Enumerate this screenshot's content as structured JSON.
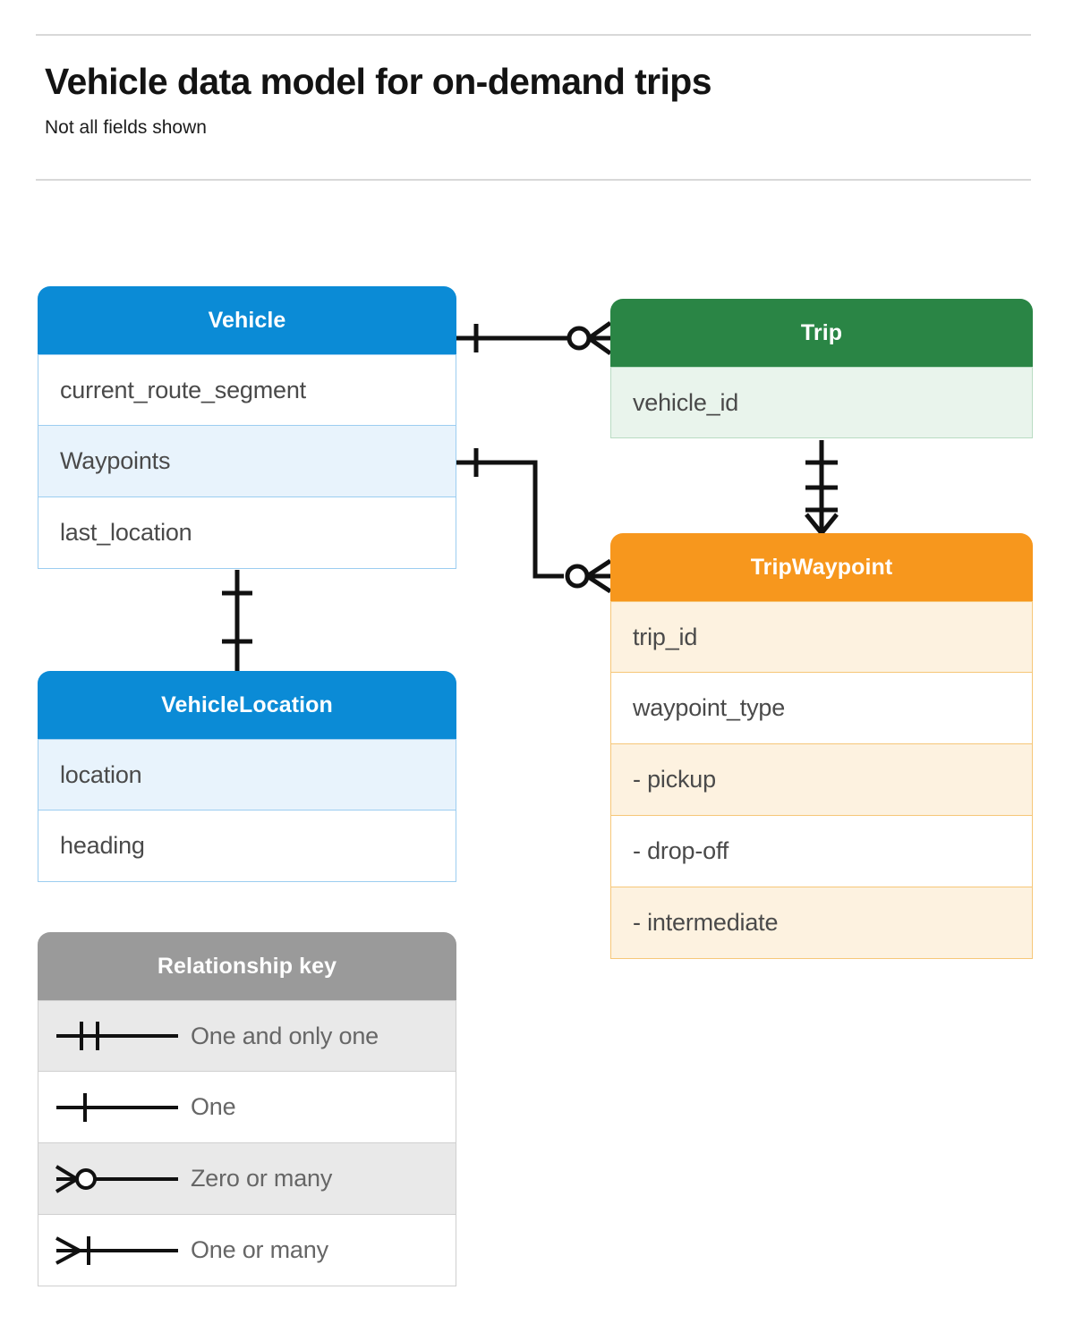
{
  "header": {
    "title": "Vehicle data model for on-demand trips",
    "subtitle": "Not all fields shown"
  },
  "colors": {
    "vehicle_blue": "#0b8bd6",
    "trip_green": "#2a8545",
    "tripwaypoint_orange": "#f7971d",
    "legend_grey": "#9a9a9a",
    "row_text": "#4a4a4a",
    "connector_black": "#111111"
  },
  "entities": [
    {
      "id": "vehicle",
      "name": "Vehicle",
      "theme": "blue",
      "rows": [
        {
          "label": "current_route_segment",
          "shaded": false
        },
        {
          "label": "Waypoints",
          "shaded": true
        },
        {
          "label": "last_location",
          "shaded": false
        }
      ]
    },
    {
      "id": "trip",
      "name": "Trip",
      "theme": "green",
      "rows": [
        {
          "label": "vehicle_id",
          "shaded": true
        }
      ]
    },
    {
      "id": "vehiclelocation",
      "name": "VehicleLocation",
      "theme": "blue",
      "rows": [
        {
          "label": "location",
          "shaded": true
        },
        {
          "label": "heading",
          "shaded": false
        }
      ]
    },
    {
      "id": "tripwaypoint",
      "name": "TripWaypoint",
      "theme": "orange",
      "rows": [
        {
          "label": "trip_id",
          "shaded": true
        },
        {
          "label": "waypoint_type",
          "shaded": false
        },
        {
          "label": "- pickup",
          "shaded": true
        },
        {
          "label": "- drop-off",
          "shaded": false
        },
        {
          "label": "- intermediate",
          "shaded": true
        }
      ]
    }
  ],
  "legend": {
    "title": "Relationship key",
    "rows": [
      {
        "symbol": "one-and-only-one-symbol",
        "label": "One and only one",
        "shaded": true
      },
      {
        "symbol": "one-symbol",
        "label": "One",
        "shaded": false
      },
      {
        "symbol": "zero-or-many-symbol",
        "label": "Zero or many",
        "shaded": true
      },
      {
        "symbol": "one-or-many-symbol",
        "label": "One or many",
        "shaded": false
      }
    ]
  },
  "relationships": [
    {
      "id": "vehicle-to-trip",
      "from": "Vehicle",
      "to": "Trip",
      "from_cardinality": "One",
      "to_cardinality": "Zero or many"
    },
    {
      "id": "vehicle-waypoints-to-tripwaypoint",
      "from": "Vehicle.Waypoints",
      "to": "TripWaypoint",
      "from_cardinality": "One",
      "to_cardinality": "Zero or many"
    },
    {
      "id": "trip-to-tripwaypoint",
      "from": "Trip",
      "to": "TripWaypoint",
      "from_cardinality": "One and only one",
      "to_cardinality": "One or many"
    },
    {
      "id": "vehicle-to-vehiclelocation",
      "from": "Vehicle",
      "to": "VehicleLocation",
      "from_cardinality": "One",
      "to_cardinality": "One"
    }
  ]
}
